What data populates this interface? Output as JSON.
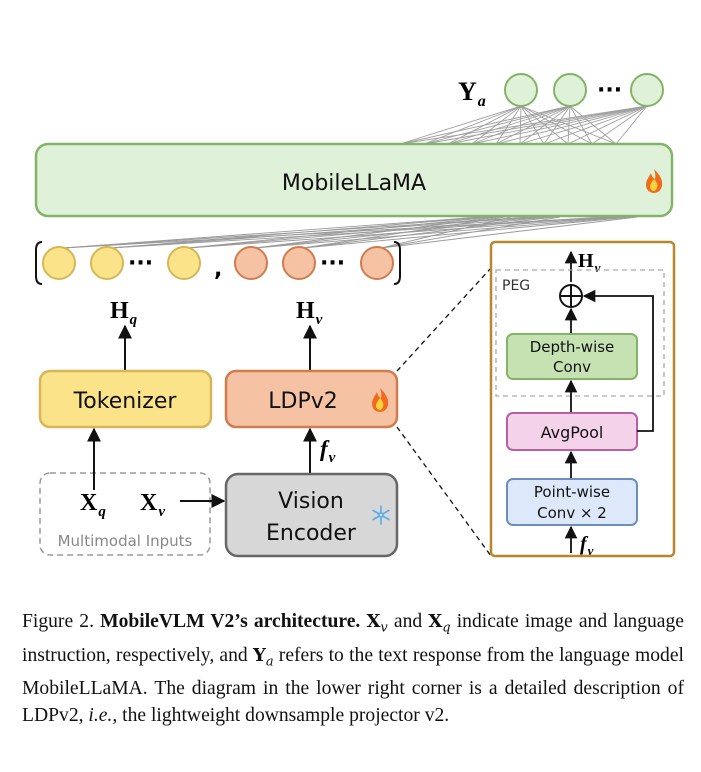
{
  "diagram": {
    "output_label": "Y",
    "output_sub": "a",
    "llm_label": "MobileLLaMA",
    "ellipsis": "···",
    "comma": ",",
    "hq_label": "H",
    "hq_sub": "q",
    "hv_label": "H",
    "hv_sub": "v",
    "tokenizer_label": "Tokenizer",
    "ldp_label": "LDPv2",
    "fv_label": "f",
    "fv_sub": "v",
    "xq_label": "X",
    "xq_sub": "q",
    "xv_label": "X",
    "xv_sub": "v",
    "vision_line1": "Vision",
    "vision_line2": "Encoder",
    "multimodal_label": "Multimodal Inputs",
    "detail": {
      "hv_label": "H",
      "hv_sub": "v",
      "peg_label": "PEG",
      "depthwise_line1": "Depth-wise",
      "depthwise_line2": "Conv",
      "avgpool_label": "AvgPool",
      "pointwise_line1": "Point-wise",
      "pointwise_line2": "Conv × 2",
      "fv_label": "f",
      "fv_sub": "v"
    },
    "colors": {
      "llm_fill": "#dff1d8",
      "llm_stroke": "#82b366",
      "yellow_fill": "#fbe38a",
      "yellow_stroke": "#d6b656",
      "orange_fill": "#f6c2a4",
      "orange_stroke": "#d07c4e",
      "gray_fill": "#d7d7d7",
      "gray_stroke": "#666666",
      "detail_frame": "#b8862b",
      "pink_fill": "#f4d3ea",
      "pink_stroke": "#b85fa6",
      "blue_fill": "#dde9fa",
      "blue_stroke": "#6c8ebf",
      "green_fill": "#c6e2b3",
      "green_stroke": "#82b366"
    }
  },
  "caption": {
    "prefix": "Figure 2. ",
    "bold_title": "MobileVLM V2’s architecture.",
    "t1": " ",
    "xv": "X",
    "xv_sub": "v",
    "t2": " and ",
    "xq": "X",
    "xq_sub": "q",
    "t3": " indicate image and language instruction, respectively, and ",
    "ya": "Y",
    "ya_sub": "a",
    "t4": " refers to the text response from the language model MobileLLaMA. The diagram in the lower right corner is a detailed description of LDPv2, ",
    "ie": "i.e.",
    "t5": ", the lightweight downsample projector v2."
  }
}
